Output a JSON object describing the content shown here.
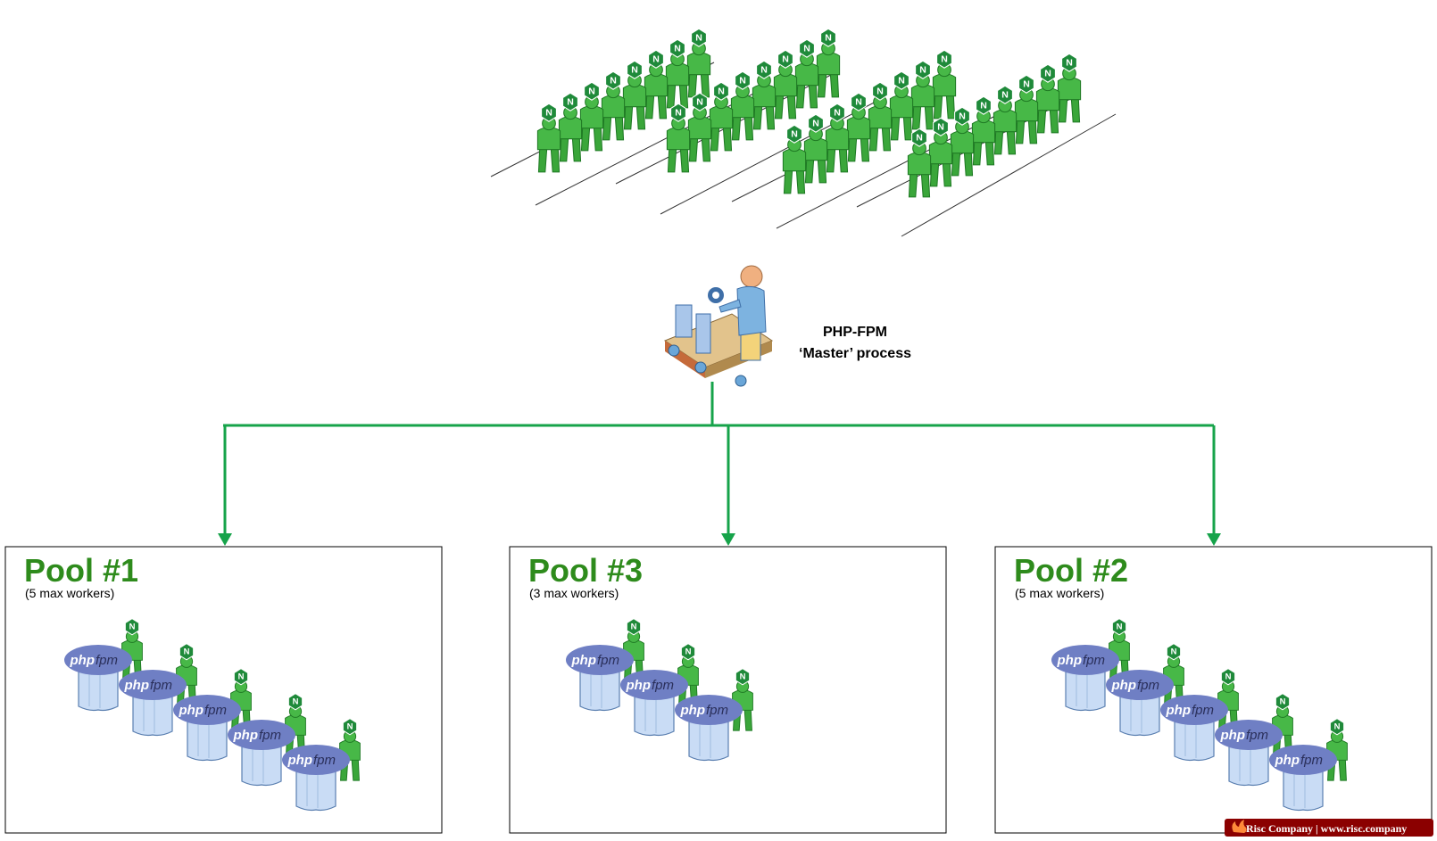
{
  "master": {
    "label_line1": "PHP-FPM",
    "label_line2": "‘Master’ process"
  },
  "pools": [
    {
      "title": "Pool #1",
      "subtitle": "(5 max workers)",
      "workers": 5
    },
    {
      "title": "Pool #3",
      "subtitle": "(3 max workers)",
      "workers": 3
    },
    {
      "title": "Pool #2",
      "subtitle": "(5 max workers)",
      "workers": 5
    }
  ],
  "worker_badge": "N",
  "php_logo": {
    "left": "php",
    "right": "fpm"
  },
  "watermark": "Risc Company | www.risc.company",
  "colors": {
    "green": "#2e8b1c",
    "connector": "#16a34a",
    "figure_green": "#3aa63a",
    "figure_dark": "#1f7a24",
    "php_blue": "#6f7fc4",
    "server_blue": "#c9dcf5",
    "watermark_bg": "#8b0000"
  },
  "crowd": {
    "rows": 4,
    "per_row": 8,
    "icon": "nginx-worker-icon"
  }
}
